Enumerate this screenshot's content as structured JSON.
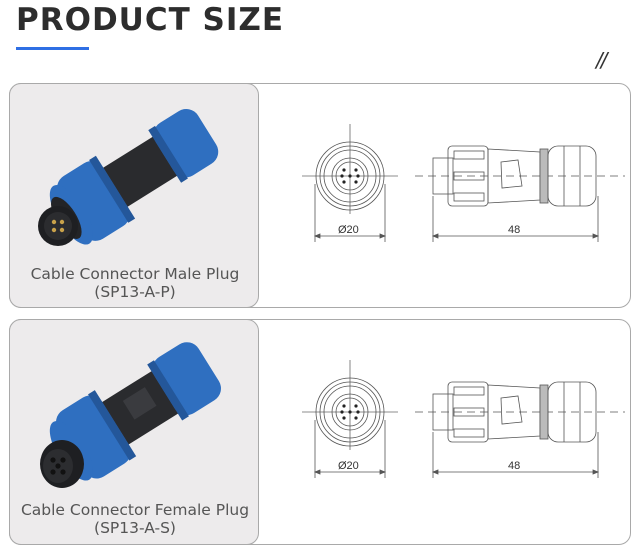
{
  "header": {
    "title": "PRODUCT SIZE",
    "accent_color": "#2f6fe4",
    "corner_mark": "//"
  },
  "products": [
    {
      "name": "Cable Connector Male Plug",
      "model": "(SP13-A-P)",
      "connector_type": "male",
      "diameter_label": "Ø20",
      "length_label": "48"
    },
    {
      "name": "Cable Connector Female Plug",
      "model": "(SP13-A-S)",
      "connector_type": "female",
      "diameter_label": "Ø20",
      "length_label": "48"
    }
  ],
  "colors": {
    "connector_blue": "#2f6fc0",
    "connector_body": "#2a2b2e",
    "photo_bg": "#edebec",
    "line_color": "#555555"
  }
}
